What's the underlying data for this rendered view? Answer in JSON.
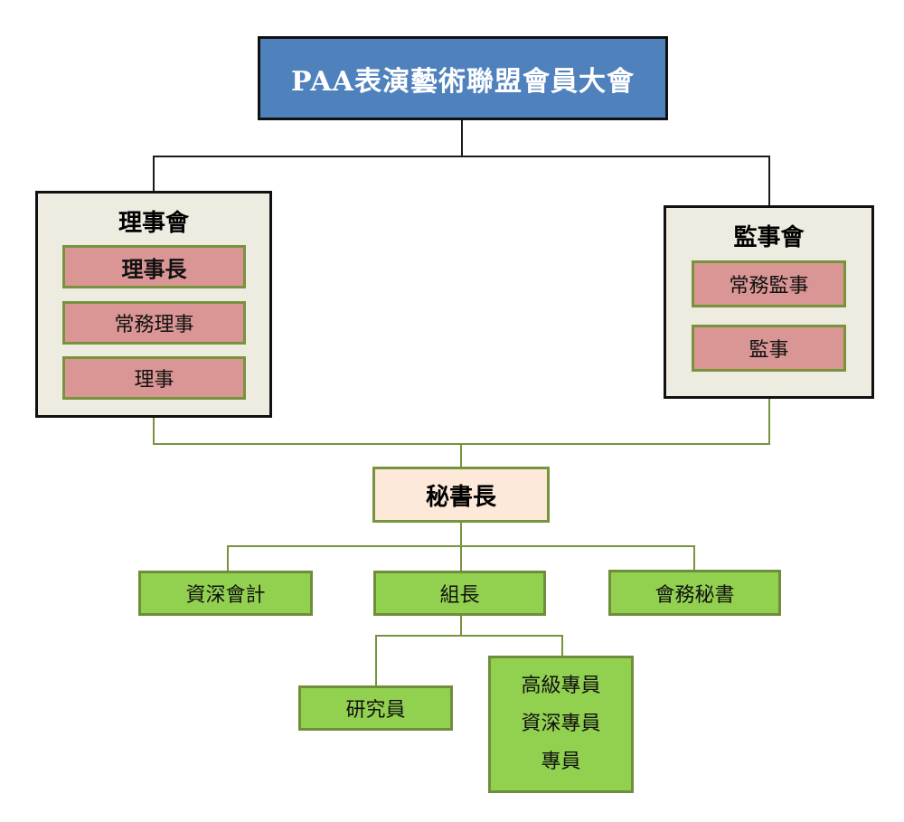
{
  "chart_title": "PAA表演藝術聯盟會員大會",
  "colors": {
    "top_box": "#4F81BD",
    "group_box": "#EEECE1",
    "role_box": "#D99694",
    "secretary_box": "#FDE9D9",
    "staff_box": "#92D050",
    "green_connector": "#77933C",
    "black_connector": "#1a1a1a"
  },
  "top": {
    "label": "PAA表演藝術聯盟會員大會"
  },
  "board": {
    "title": "理事會",
    "roles": [
      "理事長",
      "常務理事",
      "理事"
    ]
  },
  "supervisors": {
    "title": "監事會",
    "roles": [
      "常務監事",
      "監事"
    ]
  },
  "secretary_general": {
    "label": "秘書長"
  },
  "staff": {
    "row": [
      "資深會計",
      "組長",
      "會務秘書"
    ],
    "under_leader": {
      "researcher": "研究員",
      "specialists": [
        "高級專員",
        "資深專員",
        "專員"
      ]
    }
  }
}
